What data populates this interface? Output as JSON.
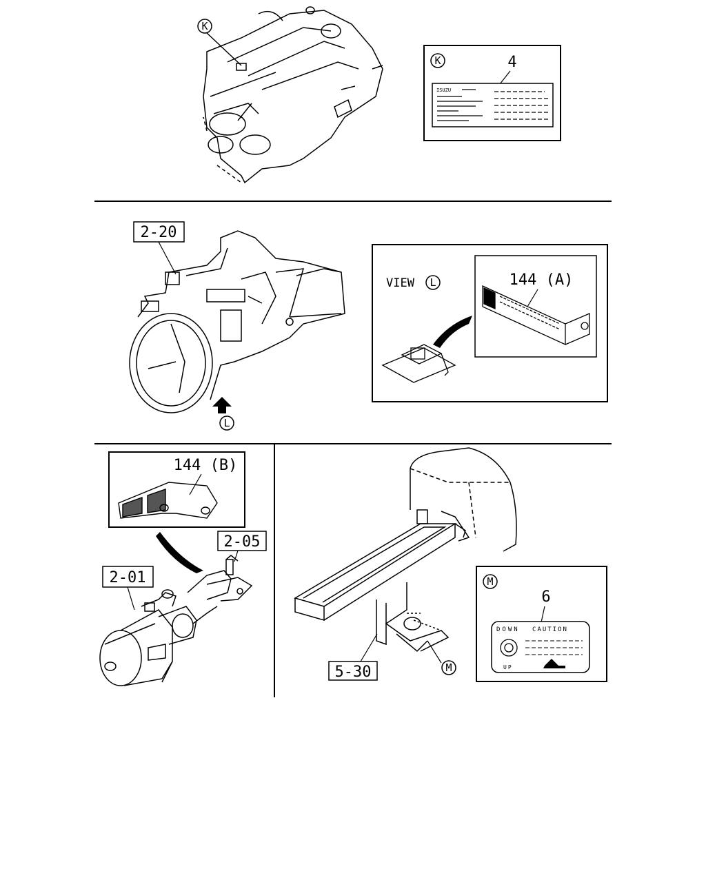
{
  "top": {
    "callout_k": "K",
    "inset": {
      "callout": "K",
      "part_number": "4",
      "brand": "ISUZU"
    }
  },
  "middle": {
    "part_ref": "2-20",
    "view_marker": "L",
    "inset": {
      "view_label": "VIEW",
      "view_letter": "L",
      "part_number": "144 (A)"
    }
  },
  "bottom_left": {
    "bracket_part": "144 (B)",
    "bolt_ref": "2-05",
    "assembly_ref": "2-01"
  },
  "bottom_right": {
    "frame_ref": "5-30",
    "callout_m": "M",
    "inset": {
      "callout": "M",
      "part_number": "6",
      "left_text": "DOWN",
      "right_text": "CAUTION",
      "bottom_text": "UP"
    }
  }
}
